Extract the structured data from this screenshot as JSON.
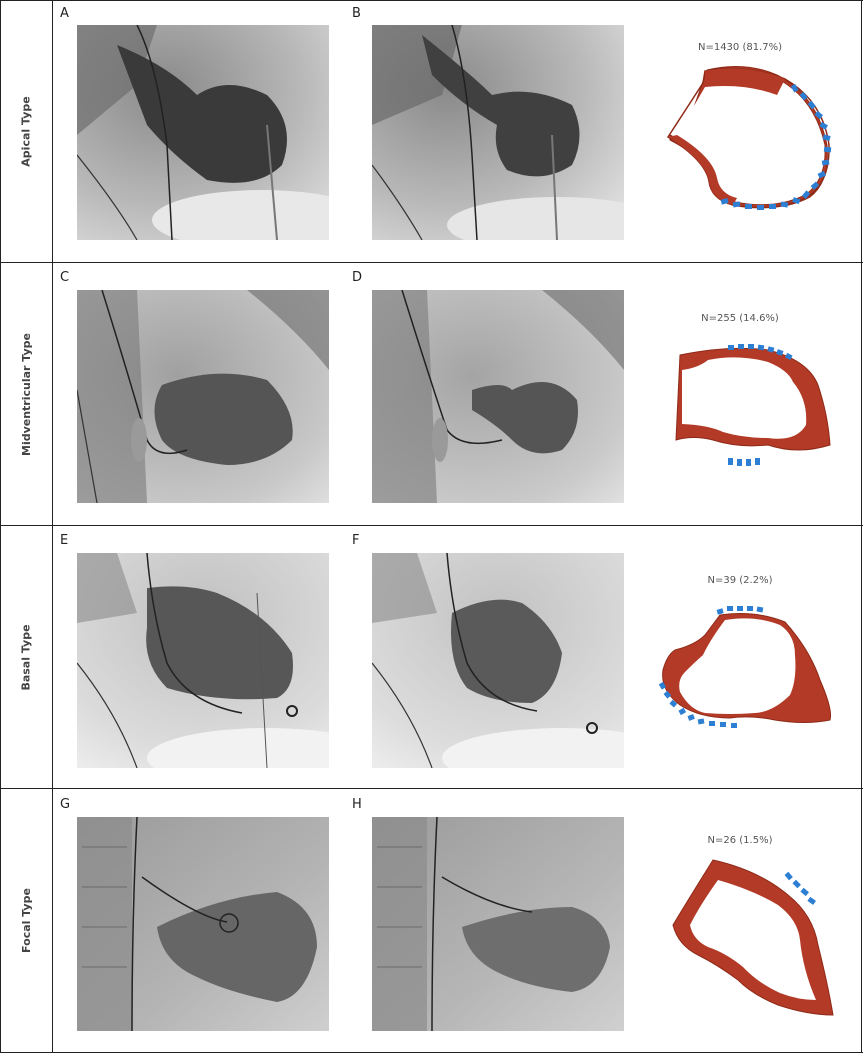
{
  "rows": [
    {
      "label": "Apical Type",
      "left_letter": "A",
      "right_letter": "B",
      "count": "N=1430 (81.7%)"
    },
    {
      "label": "Midventricular Type",
      "left_letter": "C",
      "right_letter": "D",
      "count": "N=255 (14.6%)"
    },
    {
      "label": "Basal Type",
      "left_letter": "E",
      "right_letter": "F",
      "count": "N=39 (2.2%)"
    },
    {
      "label": "Focal Type",
      "left_letter": "G",
      "right_letter": "H",
      "count": "N=26 (1.5%)"
    }
  ],
  "colors": {
    "wall": "#b33a26",
    "wall_stroke": "#8e2a18",
    "dashes": "#2d7fd3",
    "border": "#222222"
  }
}
